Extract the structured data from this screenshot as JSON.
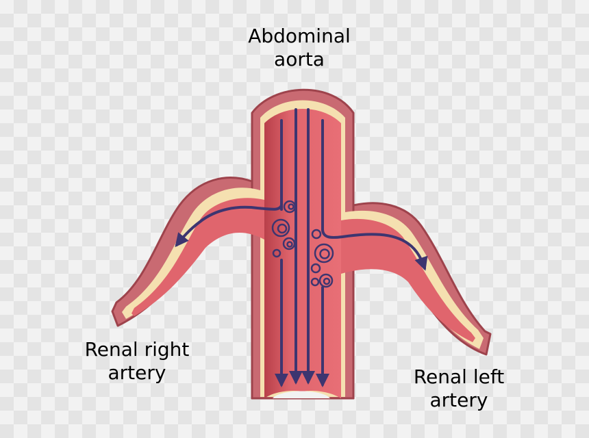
{
  "labels": {
    "aorta": [
      "Abdominal",
      "aorta"
    ],
    "renal_right": [
      "Renal right",
      "artery"
    ],
    "renal_left": [
      "Renal left",
      "artery"
    ]
  },
  "colors": {
    "outer_wall": "#c96a72",
    "outer_wall_stroke": "#9e434c",
    "inner_lining": "#f5e0b0",
    "lumen": "#e0656d",
    "lumen_shadow": "#b8404a",
    "flow_arrow": "#3d3570"
  },
  "icons": {
    "flow": "arrow-icon",
    "turbulence": "swirl-icon"
  }
}
